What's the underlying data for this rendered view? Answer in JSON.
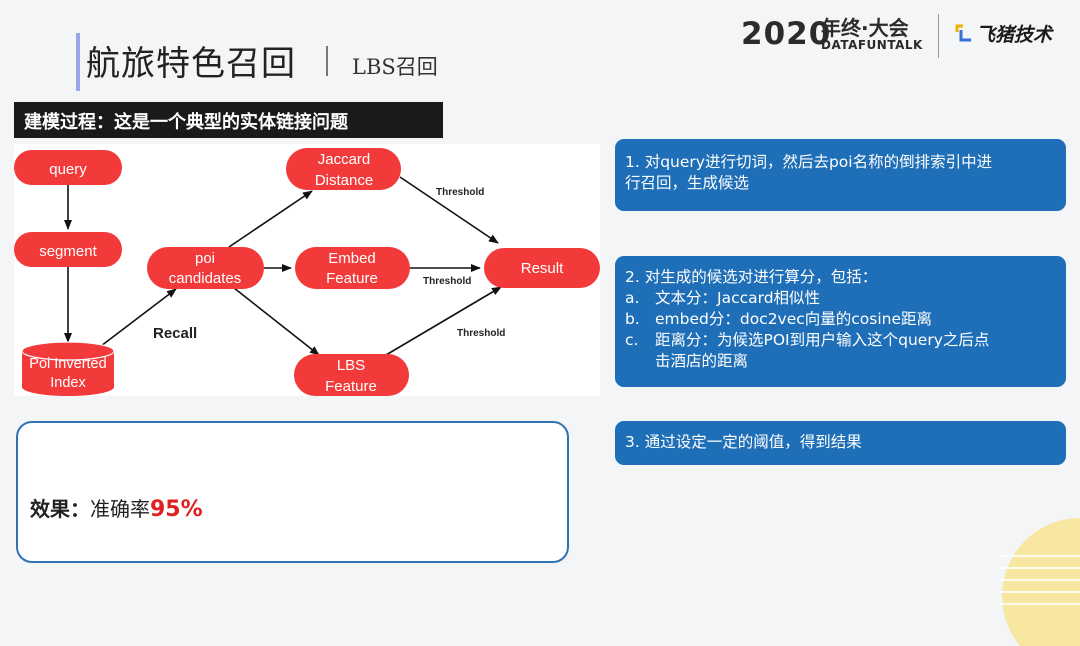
{
  "header": {
    "title": "航旅特色召回",
    "subtitle": "LBS召回"
  },
  "logo": {
    "year": "2020",
    "event_cn": "年终·大会",
    "event_en": "DATAFUNTALK",
    "brand": "飞猪技术"
  },
  "banner": "建模过程：这是一个典型的实体链接问题",
  "diagram": {
    "nodes": {
      "query": "query",
      "segment": "segment",
      "poi_index_l1": "Poi Inverted",
      "poi_index_l2": "Index",
      "poi_l1": "poi",
      "poi_l2": "candidates",
      "jaccard_l1": "Jaccard",
      "jaccard_l2": "Distance",
      "embed_l1": "Embed",
      "embed_l2": "Feature",
      "lbs_l1": "LBS",
      "lbs_l2": "Feature",
      "result": "Result"
    },
    "labels": {
      "recall": "Recall",
      "threshold": "Threshold"
    },
    "colors": {
      "node": "#f23a3a",
      "arrow": "#111111"
    }
  },
  "steps": {
    "step1": [
      "1. 对query进行切词，然后去poi名称的倒排索引中进",
      "行召回，生成候选"
    ],
    "step2": {
      "intro": "2. 对生成的候选对进行算分，包括：",
      "items": [
        {
          "marker": "a.",
          "lines": [
            "文本分：Jaccard相似性"
          ]
        },
        {
          "marker": "b.",
          "lines": [
            "embed分：doc2vec向量的cosine距离"
          ]
        },
        {
          "marker": "c.",
          "lines": [
            "距离分：为候选POI到用户输入这个query之后点",
            "击酒店的距离"
          ]
        }
      ]
    },
    "step3": "3. 通过设定一定的阈值，得到结果"
  },
  "result": {
    "label": "效果",
    "colon": "：",
    "metric": "准确率",
    "value": "95%"
  },
  "colors": {
    "box_blue": "#1f6fb8",
    "highlight_red": "#e02020",
    "border_blue": "#2e74b5"
  }
}
